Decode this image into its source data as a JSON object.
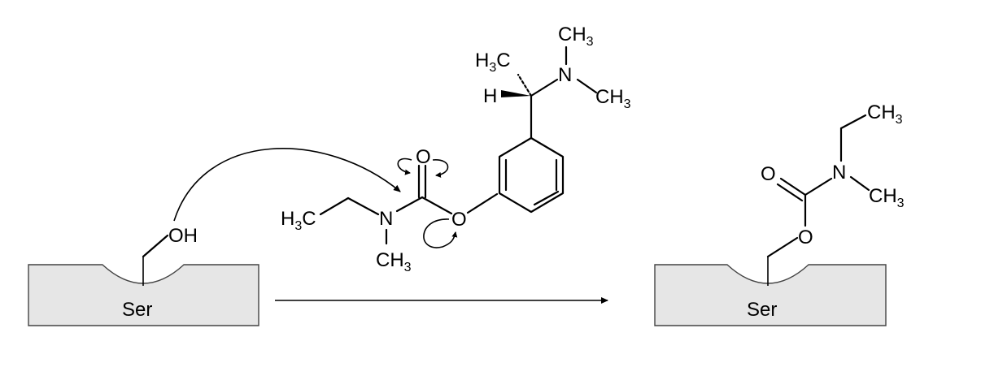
{
  "reactant": {
    "residue_label": "Ser",
    "hydroxyl_label": "OH",
    "carbonyl_o": "O",
    "ester_o": "O",
    "amide_n": "N",
    "ethyl_ch3_main": "H",
    "ethyl_ch3_sub": "3",
    "ethyl_ch3_tail": "C",
    "n_methyl_main": "CH",
    "n_methyl_sub": "3",
    "side_h3c_main": "H",
    "side_h3c_sub": "3",
    "side_h3c_tail": "C",
    "side_h": "H",
    "side_n": "N",
    "side_ch3_top_main": "CH",
    "side_ch3_top_sub": "3",
    "side_ch3_right_main": "CH",
    "side_ch3_right_sub": "3"
  },
  "product": {
    "residue_label": "Ser",
    "carbonyl_o": "O",
    "ester_o": "O",
    "amide_n": "N",
    "ethyl_ch3_main": "CH",
    "ethyl_ch3_sub": "3",
    "n_methyl_main": "CH",
    "n_methyl_sub": "3"
  },
  "colors": {
    "enzyme_fill": "#e6e6e6",
    "enzyme_stroke": "#444444",
    "ink": "#000000"
  }
}
